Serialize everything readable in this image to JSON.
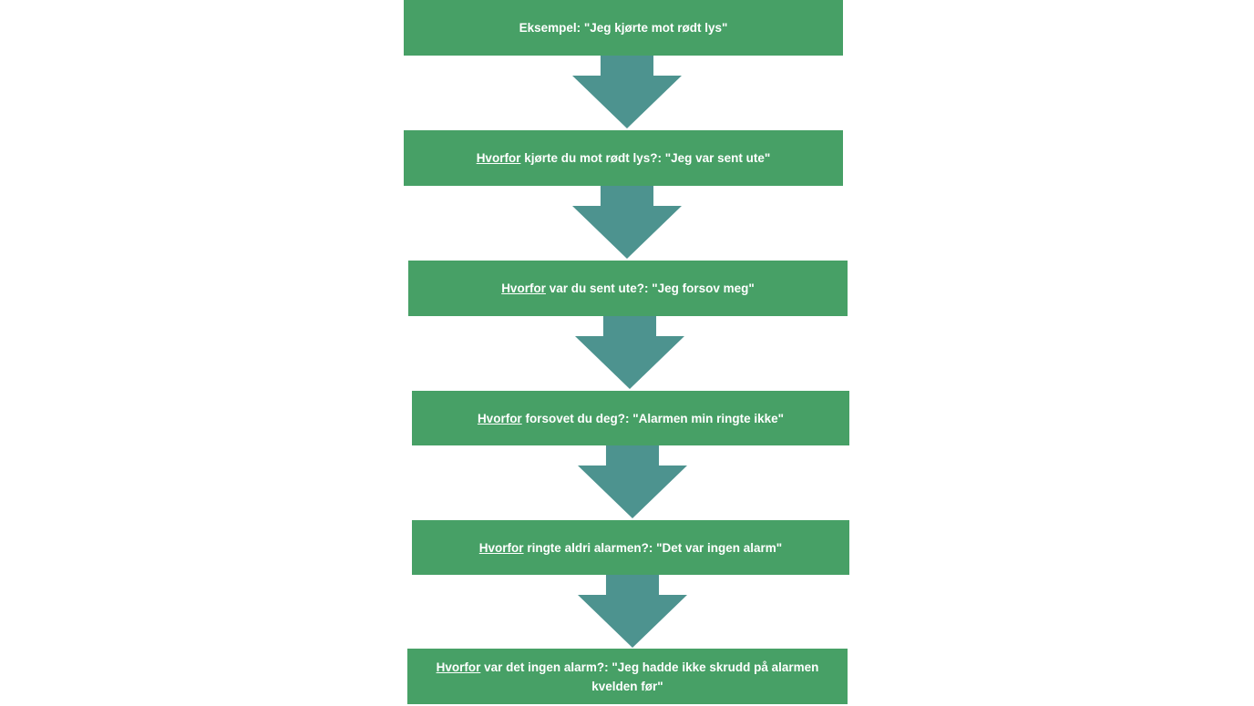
{
  "diagram": {
    "boxes": [
      {
        "lead": "",
        "rest": "Eksempel: \"Jeg kjørte mot rødt lys\""
      },
      {
        "lead": "Hvorfor",
        "rest": " kjørte du mot rødt lys?: \"Jeg var sent ute\""
      },
      {
        "lead": "Hvorfor",
        "rest": " var du sent ute?: \"Jeg forsov meg\""
      },
      {
        "lead": "Hvorfor",
        "rest": " forsovet du deg?: \"Alarmen min ringte ikke\""
      },
      {
        "lead": "Hvorfor",
        "rest": " ringte aldri alarmen?: \"Det var ingen alarm\""
      },
      {
        "lead": "Hvorfor",
        "rest": " var det ingen alarm?: \"Jeg hadde ikke skrudd på alarmen kvelden før\""
      }
    ],
    "colors": {
      "box_green": "#47a066",
      "arrow_teal": "#4d938f",
      "text_white": "#ffffff"
    }
  }
}
